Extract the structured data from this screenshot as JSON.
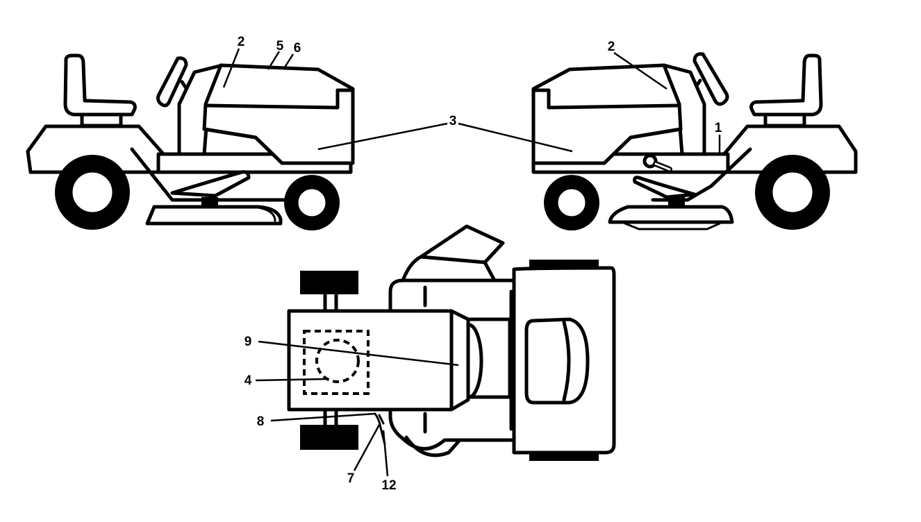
{
  "callouts": {
    "label_1": "1",
    "label_2_left": "2",
    "label_2_right": "2",
    "label_3": "3",
    "label_4": "4",
    "label_5": "5",
    "label_6": "6",
    "label_7": "7",
    "label_8": "8",
    "label_9": "9",
    "label_12": "12"
  }
}
